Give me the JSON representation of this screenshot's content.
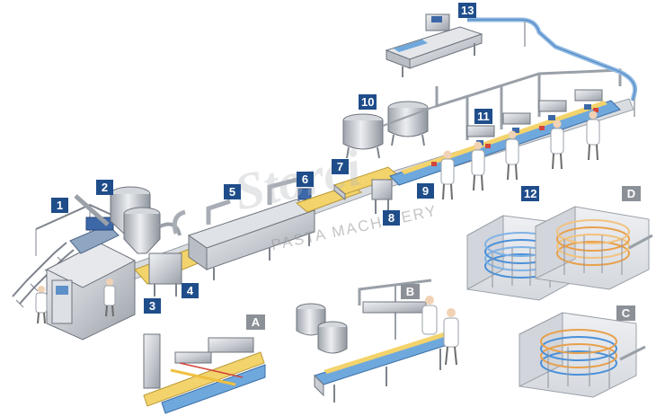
{
  "labels": {
    "n1": "1",
    "n2": "2",
    "n3": "3",
    "n4": "4",
    "n5": "5",
    "n6": "6",
    "n7": "7",
    "n8": "8",
    "n9": "9",
    "n10": "10",
    "n11": "11",
    "n12": "12",
    "n13": "13",
    "A": "A",
    "B": "B",
    "C": "C",
    "D": "D"
  },
  "watermark": {
    "brand": "Storci",
    "text": "PASTA MACHINERY"
  },
  "colors": {
    "badge_blue": "#1f4d8a",
    "badge_gray": "#8c9097",
    "belt_blue": "#6fa8dc",
    "dough_yellow": "#f3d36b",
    "steel": "#c9ccd2",
    "steel_dark": "#8d939c",
    "room_gray": "#e4e6ea",
    "coil_blue": "#4a90d9",
    "coil_orange": "#e8a04b"
  }
}
